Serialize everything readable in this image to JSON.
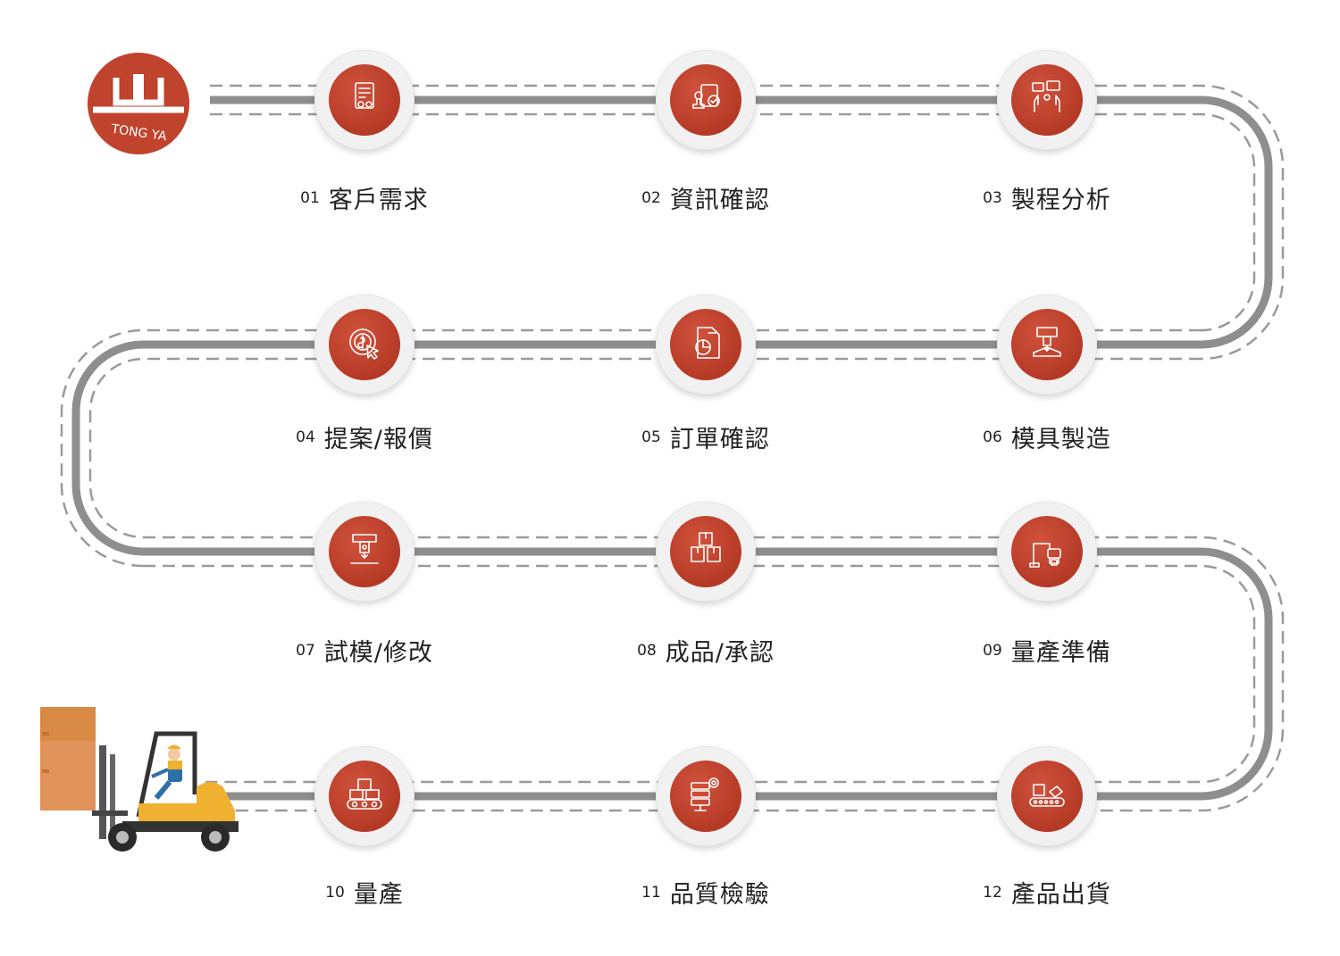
{
  "logo": {
    "text": "TONG YA",
    "color": "#c0432d"
  },
  "colors": {
    "accent": "#c0432d",
    "road": "#8e8e8e",
    "dash": "#9a9a9a",
    "node_ring": "#f1f1f1"
  },
  "steps": [
    {
      "num": "01",
      "name": "客戶需求",
      "icon": "document-gear-icon"
    },
    {
      "num": "02",
      "name": "資訊確認",
      "icon": "stamp-document-icon"
    },
    {
      "num": "03",
      "name": "製程分析",
      "icon": "discussion-hands-icon"
    },
    {
      "num": "04",
      "name": "提案/報價",
      "icon": "price-target-click-icon"
    },
    {
      "num": "05",
      "name": "訂單確認",
      "icon": "pie-chart-report-icon"
    },
    {
      "num": "06",
      "name": "模具製造",
      "icon": "press-machine-icon"
    },
    {
      "num": "07",
      "name": "試模/修改",
      "icon": "drill-press-icon"
    },
    {
      "num": "08",
      "name": "成品/承認",
      "icon": "stacked-boxes-icon"
    },
    {
      "num": "09",
      "name": "量產準備",
      "icon": "robot-arm-icon"
    },
    {
      "num": "10",
      "name": "量產",
      "icon": "conveyor-box-icon"
    },
    {
      "num": "11",
      "name": "品質檢驗",
      "icon": "server-gear-icon"
    },
    {
      "num": "12",
      "name": "產品出貨",
      "icon": "shipping-conveyor-icon"
    }
  ]
}
